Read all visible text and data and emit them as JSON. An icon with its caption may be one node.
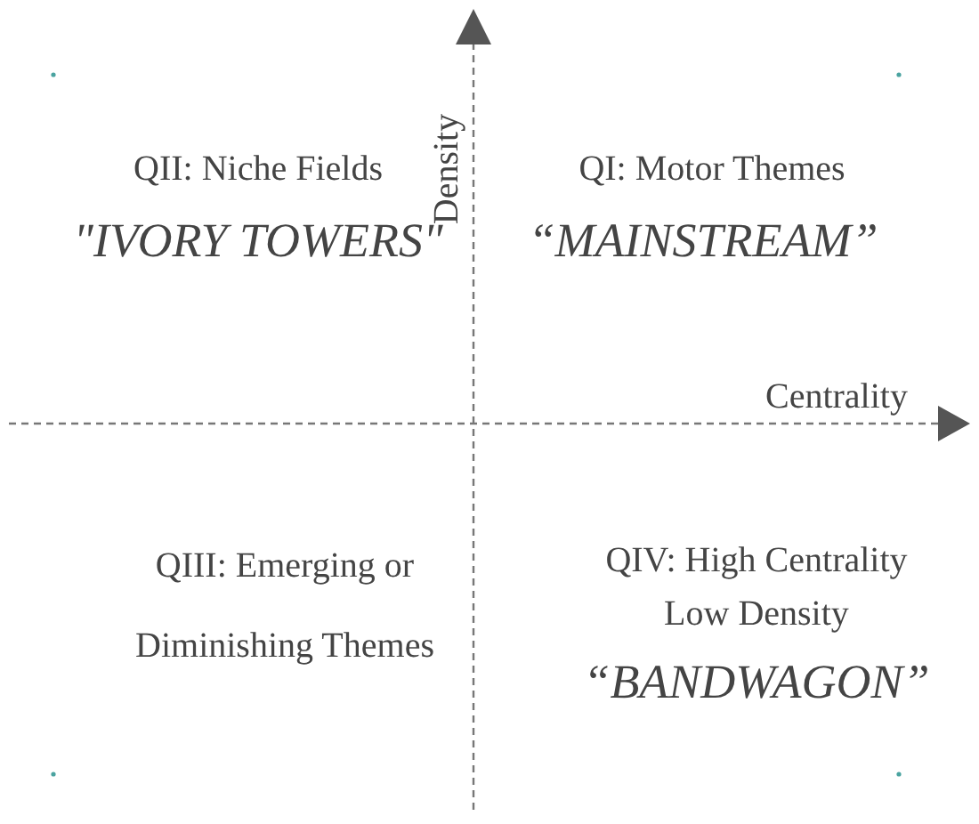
{
  "diagram": {
    "labels": [
      "QII: Niche Fields",
      "\"IVORY TOWERS\"",
      "Density",
      "QI: Motor Themes",
      "“MAINSTREAM”",
      "Centrality",
      "QIII: Emerging or Diminishing Themes",
      "QIV: High Centrality Low Density",
      "“BANDWAGON”"
    ]
  }
}
